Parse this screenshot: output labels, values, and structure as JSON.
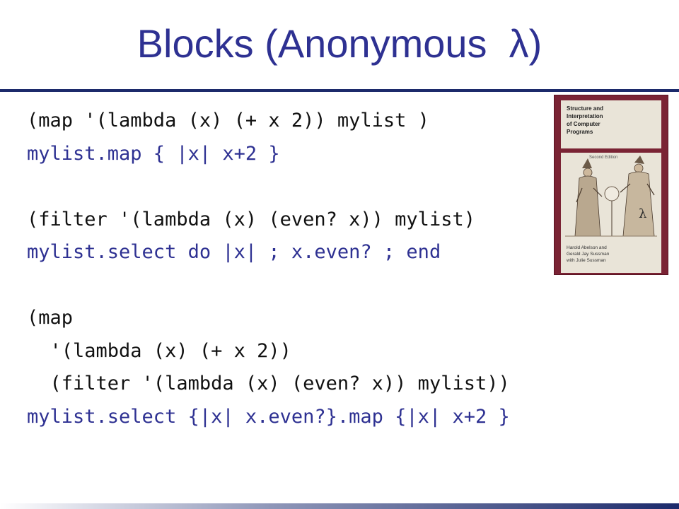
{
  "slide": {
    "title": "Blocks (Anonymous  λ)"
  },
  "code_lines": [
    {
      "text": "(map '(lambda (x) (+ x 2)) mylist )",
      "style": "lisp"
    },
    {
      "text": "mylist.map { |x| x+2 }",
      "style": "ruby"
    },
    {
      "text": "",
      "style": "blank"
    },
    {
      "text": "(filter '(lambda (x) (even? x)) mylist)",
      "style": "lisp"
    },
    {
      "text": "mylist.select do |x| ; x.even? ; end",
      "style": "ruby"
    },
    {
      "text": "",
      "style": "blank"
    },
    {
      "text": "(map",
      "style": "lisp"
    },
    {
      "text": "  '(lambda (x) (+ x 2))",
      "style": "lisp"
    },
    {
      "text": "  (filter '(lambda (x) (even? x)) mylist))",
      "style": "lisp"
    },
    {
      "text": "mylist.select {|x| x.even?}.map {|x| x+2 }",
      "style": "ruby"
    }
  ],
  "book_cover": {
    "title": "Structure and\nInterpretation\nof Computer\nPrograms",
    "edition": "Second Edition",
    "authors": "Harold Abelson and\nGerald Jay Sussman\nwith Julie Sussman",
    "lambda_glyph": "λ",
    "cover_color": "#7A2334"
  },
  "colors": {
    "title": "#2E3192",
    "ruby_code": "#2E3192",
    "lisp_code": "#111111",
    "rule": "#1C2A6B"
  }
}
